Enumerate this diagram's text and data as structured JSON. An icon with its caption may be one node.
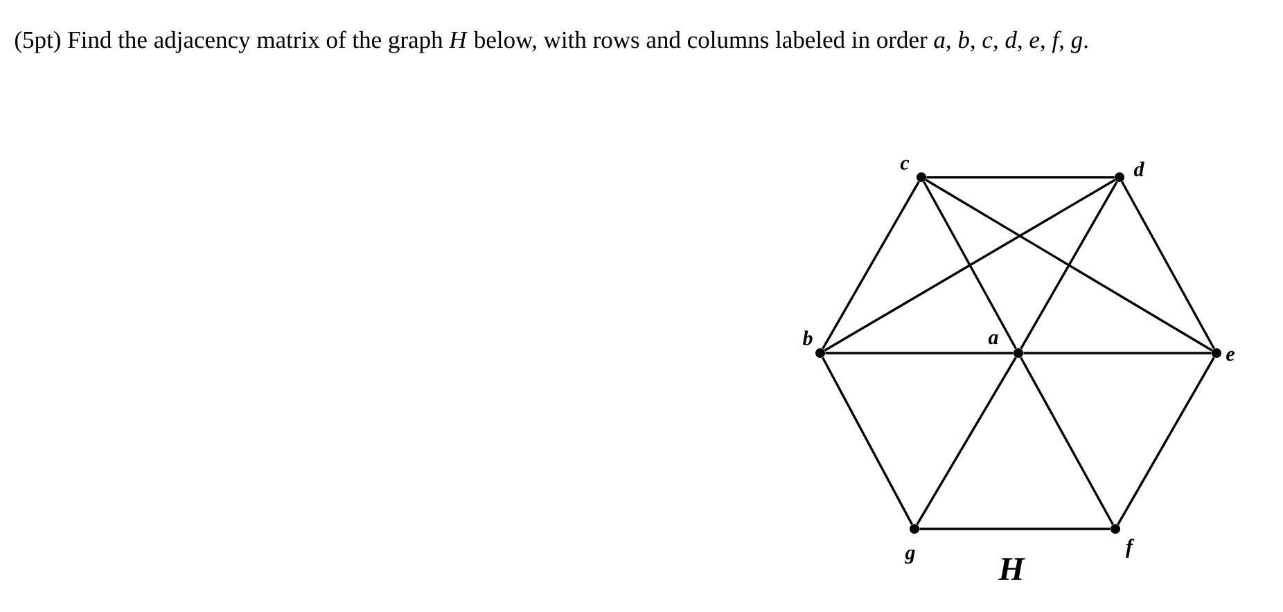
{
  "diagram": {
    "title": "(5pt) Find the adjacency matrix of the graph *H* below, with rows and columns labeled in order *a*, *b*, *c*, *d*, *e*, *f*, *g*.",
    "caption": "H",
    "nodes": [
      {
        "text": [
          "c"
        ]
      },
      {
        "text": [
          "d"
        ]
      },
      {
        "text": [
          "b"
        ]
      },
      {
        "text": [
          "a"
        ]
      },
      {
        "text": [
          "e"
        ]
      },
      {
        "text": [
          "g"
        ]
      },
      {
        "text": [
          "f"
        ]
      }
    ],
    "edges": [
      {
        "from": 0,
        "to": 1,
        "arrow": "none"
      },
      {
        "from": 0,
        "to": 2,
        "arrow": "none"
      },
      {
        "from": 0,
        "to": 3,
        "arrow": "none"
      },
      {
        "from": 0,
        "to": 4,
        "arrow": "none"
      },
      {
        "from": 1,
        "to": 2,
        "arrow": "none"
      },
      {
        "from": 1,
        "to": 3,
        "arrow": "none"
      },
      {
        "from": 1,
        "to": 4,
        "arrow": "none"
      },
      {
        "from": 2,
        "to": 3,
        "arrow": "none"
      },
      {
        "from": 3,
        "to": 4,
        "arrow": "none"
      },
      {
        "from": 2,
        "to": 5,
        "arrow": "none"
      },
      {
        "from": 3,
        "to": 5,
        "arrow": "none"
      },
      {
        "from": 3,
        "to": 6,
        "arrow": "none"
      },
      {
        "from": 5,
        "to": 6,
        "arrow": "none"
      },
      {
        "from": 6,
        "to": 4,
        "arrow": "none"
      }
    ]
  }
}
